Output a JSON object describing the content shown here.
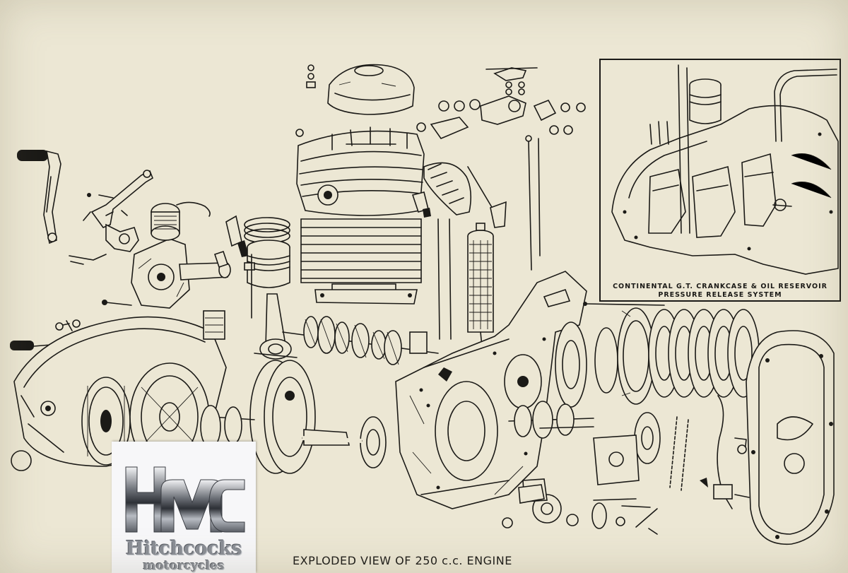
{
  "diagram": {
    "title": "EXPLODED VIEW OF 250 c.c. ENGINE",
    "inset_caption_line1": "CONTINENTAL G.T. CRANKCASE & OIL RESERVOIR",
    "inset_caption_line2": "PRESSURE RELEASE SYSTEM"
  },
  "watermark": {
    "monogram": "HMC",
    "name": "Hitchcocks",
    "subtitle": "motorcycles"
  },
  "colors": {
    "paper": "#ece7d4",
    "ink": "#1b1a17",
    "logo_card": "#f7f7f9",
    "logo_chrome": "#8a8e96"
  }
}
